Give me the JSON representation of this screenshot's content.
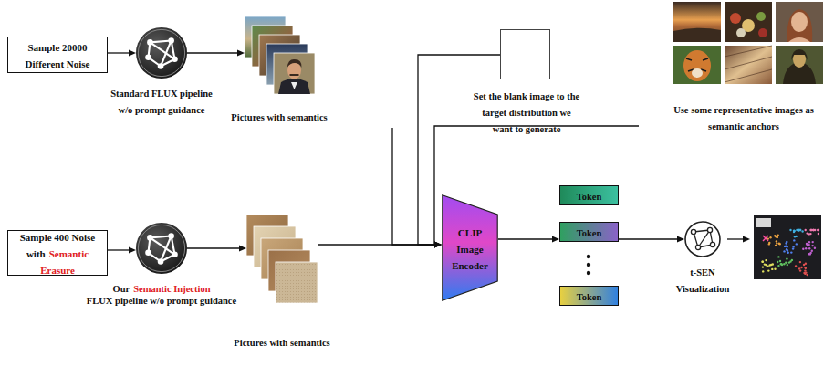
{
  "diagram": {
    "nodes": [
      {
        "text": [
          "Sample 20000 Different Noise"
        ]
      },
      {
        "text": [
          "Standard FLUX pipeline w/o prompt guidance"
        ]
      },
      {
        "text": [
          "Pictures with semantics"
        ]
      },
      {
        "text": [
          "Set the blank image to the target distribution we want to generate"
        ]
      },
      {
        "text": [
          "Use some representative images as semantic anchors"
        ]
      },
      {
        "text": [
          "Sample 400 Noise with",
          "Semantic Erasure"
        ]
      },
      {
        "text": [
          "Our",
          "Semantic Injection",
          "FLUX pipeline w/o prompt guidance"
        ]
      },
      {
        "text": [
          "Pictures with semantics"
        ]
      },
      {
        "text": [
          "CLIP Image Encoder"
        ]
      },
      {
        "text": [
          "Token"
        ]
      },
      {
        "text": [
          "Token"
        ]
      },
      {
        "text": [
          "Token"
        ]
      },
      {
        "text": [
          "t-SEN Visualization"
        ]
      }
    ],
    "edges": [
      {
        "from": 0,
        "to": 1,
        "arrow": "to"
      },
      {
        "from": 1,
        "to": 2,
        "arrow": "to"
      },
      {
        "from": 5,
        "to": 6,
        "arrow": "to"
      },
      {
        "from": 6,
        "to": 7,
        "arrow": "to"
      },
      {
        "from": 2,
        "to": 8,
        "arrow": "to"
      },
      {
        "from": 3,
        "to": 8,
        "arrow": "to"
      },
      {
        "from": 4,
        "to": 8,
        "arrow": "to"
      },
      {
        "from": 7,
        "to": 8,
        "arrow": "to"
      },
      {
        "from": 8,
        "to": 10,
        "arrow": "to"
      },
      {
        "from": 10,
        "to": 12,
        "arrow": "to"
      }
    ]
  }
}
